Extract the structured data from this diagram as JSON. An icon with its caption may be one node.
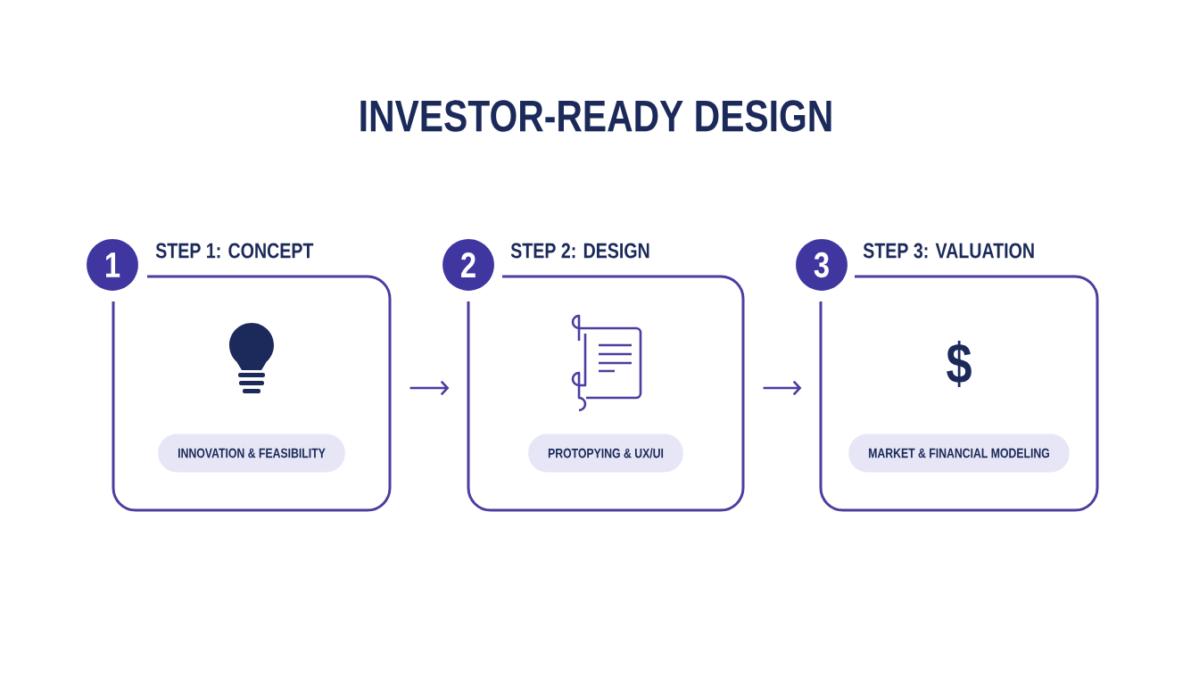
{
  "diagram": {
    "title": "INVESTOR-READY DESIGN",
    "nodes": [
      {
        "text": [
          "1"
        ]
      },
      {
        "text": [
          "STEP 1: CONCEPT"
        ]
      },
      {
        "text": [
          "INNOVATION & FEASIBILITY"
        ],
        "in": 1
      },
      {
        "text": [
          "2"
        ]
      },
      {
        "text": [
          "STEP 2: DESIGN"
        ]
      },
      {
        "text": [
          "PROTOPYING & UX/UI"
        ],
        "in": 4
      },
      {
        "text": [
          "3"
        ]
      },
      {
        "text": [
          "STEP 3: VALUATION"
        ]
      },
      {
        "text": [
          "MARKET & FINANCIAL MODELING"
        ],
        "in": 7
      }
    ],
    "edges": [
      {
        "from": 1,
        "to": 4,
        "arrow": "to"
      },
      {
        "from": 4,
        "to": 7,
        "arrow": "to"
      }
    ],
    "labels": [
      "$"
    ]
  }
}
